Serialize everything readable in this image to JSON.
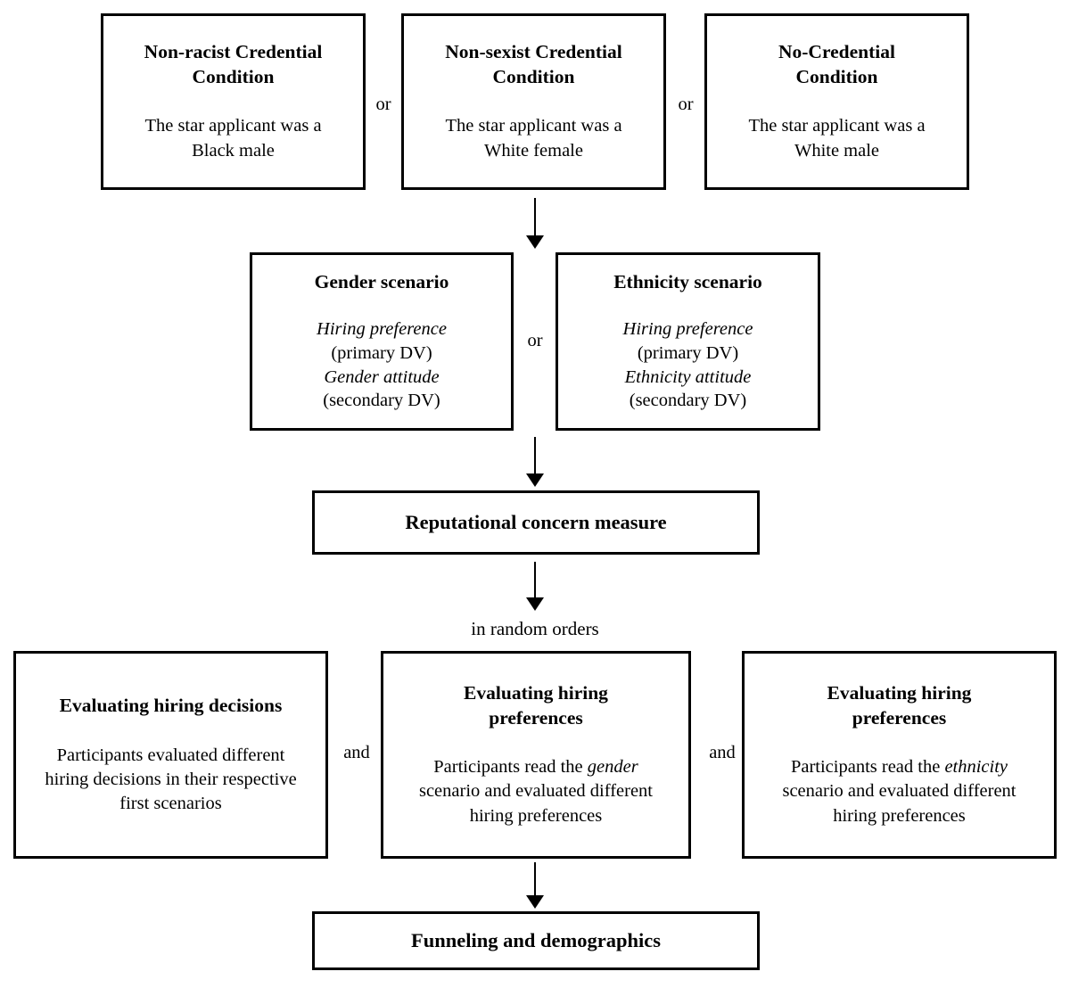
{
  "palette": {
    "ink": "#000000",
    "bg": "#ffffff"
  },
  "connectors": {
    "or": "or",
    "and": "and"
  },
  "note_random_orders": "in random orders",
  "credential_row": [
    {
      "title": "Non-racist Credential Condition",
      "body": "The star applicant was a Black male"
    },
    {
      "title": "Non-sexist Credential Condition",
      "body": "The star applicant was a White female"
    },
    {
      "title": "No-Credential Condition",
      "body": "The star applicant was a White male"
    }
  ],
  "scenario_row": [
    {
      "title": "Gender scenario",
      "dv1": "Hiring preference",
      "dv1_label": "(primary DV)",
      "dv2": "Gender attitude",
      "dv2_label": "(secondary DV)"
    },
    {
      "title": "Ethnicity scenario",
      "dv1": "Hiring preference",
      "dv1_label": "(primary DV)",
      "dv2": "Ethnicity attitude",
      "dv2_label": "(secondary DV)"
    }
  ],
  "reputational_box": {
    "title": "Reputational concern measure"
  },
  "evaluation_row": [
    {
      "title": "Evaluating hiring decisions",
      "body_pre": "Participants evaluated different hiring decisions in their respective first scenarios",
      "body_italic": "",
      "body_post": ""
    },
    {
      "title": "Evaluating hiring preferences",
      "body_pre": "Participants read the ",
      "body_italic": "gender",
      "body_post": " scenario and evaluated different hiring preferences"
    },
    {
      "title": "Evaluating hiring preferences",
      "body_pre": "Participants read the ",
      "body_italic": "ethnicity",
      "body_post": " scenario and evaluated different hiring preferences"
    }
  ],
  "funneling_box": {
    "title": "Funneling and demographics"
  }
}
